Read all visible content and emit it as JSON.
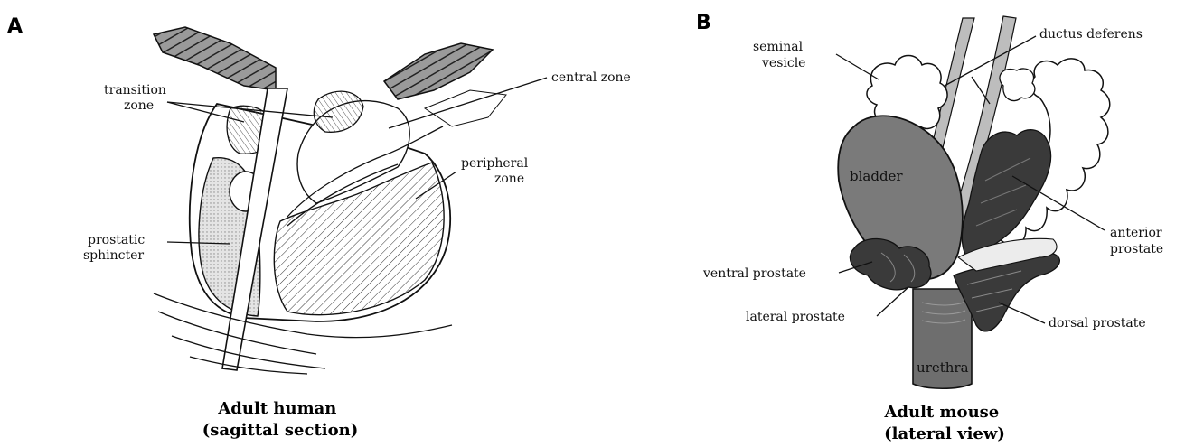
{
  "panels": {
    "a": {
      "letter": "A",
      "labels": {
        "transition_zone": [
          "transition",
          "zone"
        ],
        "central_zone": "central zone",
        "peripheral_zone": [
          "peripheral",
          "zone"
        ],
        "prostatic_sphincter": [
          "prostatic",
          "sphincter"
        ]
      },
      "caption": [
        "Adult human",
        "(sagittal section)"
      ]
    },
    "b": {
      "letter": "B",
      "labels": {
        "seminal_vesicle": [
          "seminal",
          "vesicle"
        ],
        "ductus_deferens": "ductus deferens",
        "bladder": "bladder",
        "anterior_prostate": [
          "anterior",
          "prostate"
        ],
        "ventral_prostate": "ventral prostate",
        "lateral_prostate": "lateral prostate",
        "dorsal_prostate": "dorsal prostate",
        "urethra": "urethra"
      },
      "caption": [
        "Adult mouse",
        "(lateral view)"
      ]
    }
  },
  "colors": {
    "bladder": "#7a7a7a",
    "prostate_dark": "#3a3a3a",
    "urethra": "#6e6e6e",
    "vesicle": "#ffffff",
    "ductus": "#bdbdbd"
  }
}
